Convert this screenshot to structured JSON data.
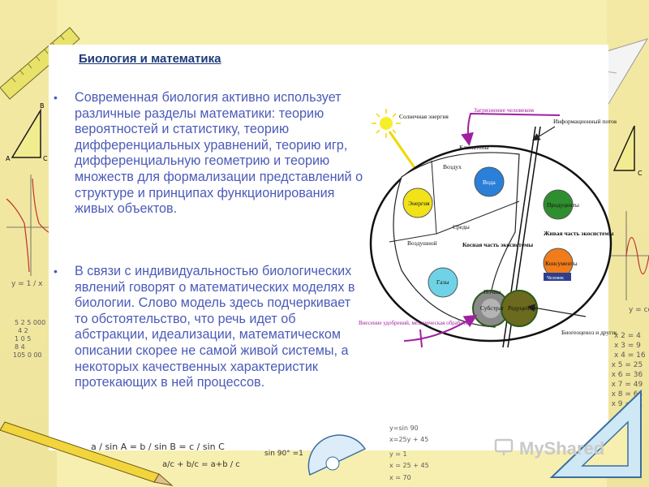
{
  "slide": {
    "title": "Биология и математика",
    "bullets": [
      "Современная биология активно использует различные разделы математики: теорию вероятностей и статистику, теорию дифференциальных уравнений, теорию игр, дифференциальную геометрию и теорию множеств для формализации представлений о структуре и принципах функционирования живых объектов.",
      "В связи с индивидуальностью биологических явлений говорят о математических моделях в биологии. Слово модель здесь подчеркивает то обстоятельство, что речь идет об абстракции, идеализации, математическом описании скорее не самой живой системы, а некоторых качественных характеристик протекающих в ней процессов."
    ]
  },
  "diagram": {
    "labels": {
      "solar": "Солнечная энергия",
      "pollution": "Загрязнение человеком",
      "info_flow": "Информационный поток",
      "climatops": "Климатопы",
      "air": "Воздух",
      "water": "Вода",
      "energy": "Энергия",
      "media": "Среды",
      "air_medium": "Воздушной",
      "inert_part": "Косная часть экосистемы",
      "gases": "Газы",
      "soils": "Почвы",
      "substrate": "Субстрат",
      "reducers": "Редуценты",
      "producers": "Продуценты",
      "living_part": "Живая часть экосистемы",
      "consumers": "Консументы",
      "human": "Человек",
      "fertilizers": "Внесение удобрений, механическая обработка",
      "biogeocenosis": "Биогеоценоз и другие экосистемы"
    },
    "colors": {
      "energy": "#f1e21a",
      "water": "#2a7fd9",
      "gases": "#6fd3e8",
      "producers": "#2f8f2f",
      "consumers": "#f07c1b",
      "human": "#2c3f8f",
      "soils": "#8a8a8a",
      "substrate": "#b4b4b4",
      "reducers": "#6b6a1e",
      "arrow": "#a020a0"
    }
  },
  "decor": {
    "formula_y1x": "y = 1 / x",
    "formula_yco": "y = co",
    "mult": [
      "x 2 = 4",
      "x 3 = 9",
      "x 4 = 16",
      "5 x 5 = 25",
      "6 x 6 = 36",
      "7 x 7 = 49",
      "8 x 8 = 64",
      "9 x 9 = 81"
    ],
    "division": [
      "5 2 5 000",
      "4 2",
      "1 0 5",
      "8 4",
      "105 0 00"
    ],
    "bottom_formulas": [
      "y=sin 90",
      "x=25y + 45",
      "y = 1",
      "x = 25 + 45",
      "x = 70"
    ],
    "sine_rule": "a / sin A = b / sin B = c / sin C",
    "sin90": "sin 90° =1",
    "frac": "a/c + b/c = a+b / c",
    "watermark": "MyShared"
  }
}
